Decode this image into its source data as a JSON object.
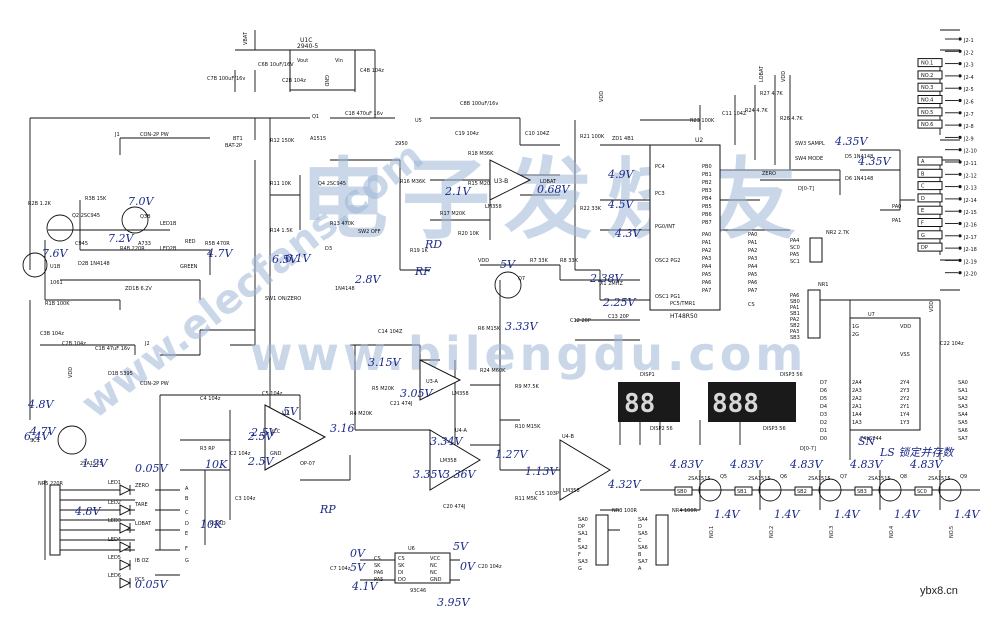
{
  "title": "",
  "chips": {
    "u1c": {
      "ref": "U1C",
      "part": "2940-5",
      "pins": [
        "Vout",
        "Vin",
        "GND"
      ]
    },
    "u3": {
      "ref": "U3",
      "part": "LM358",
      "mid": "U3-B"
    },
    "u5": {
      "ref": "U5",
      "part": "2950"
    },
    "u2": {
      "ref": "U2",
      "part": "HT48R50",
      "pins_left": [
        "PC4",
        "PC3",
        "PG0/INT",
        "OSC2 PG2",
        "OSC1 PG1",
        "PC5/TMR1"
      ],
      "pins_right": [
        "PB0",
        "PB1",
        "PB2",
        "PB3",
        "PB4",
        "PB5",
        "PB6",
        "PB7",
        "PA0",
        "PA1",
        "PA2",
        "PA3",
        "PA4",
        "PA5",
        "PA6",
        "PA7"
      ]
    },
    "u1": {
      "ref": "U1",
      "part": "OP-07",
      "pins": [
        "VCC",
        "GND"
      ]
    },
    "u4a": {
      "ref": "U4-A",
      "part": "LM358"
    },
    "u4b": {
      "ref": "U4-B",
      "part": "LM358"
    },
    "u3a": {
      "ref": "U3-A",
      "part": "LM358"
    },
    "u6": {
      "ref": "U6",
      "part": "93C46",
      "pins_left": [
        "CS",
        "SK",
        "DI",
        "DO"
      ],
      "pins_right": [
        "VCC",
        "NC",
        "NC",
        "GND"
      ]
    },
    "u7": {
      "ref": "U7",
      "part": "74LS244",
      "pins_left": [
        "1G",
        "2G",
        "2A4",
        "2A3",
        "2A2",
        "2A1",
        "1A4",
        "1A3",
        "1A2",
        "1A1"
      ],
      "pins_right": [
        "VDD",
        "VSS",
        "2Y4",
        "2Y3",
        "2Y2",
        "2Y1",
        "1Y4",
        "1Y3",
        "1Y2",
        "1Y1"
      ]
    }
  },
  "components": {
    "c7b": "C7B 100uF/16v",
    "c6b": "C6B 10uF/16V",
    "c2b": "C2B 104z",
    "c4b": "C4B 104z",
    "c18": "C18 470uF 16v",
    "q1": "Q1",
    "a1515": "A1515",
    "q2": "Q2 2SC945",
    "c945": "C945",
    "q3b": "Q3B",
    "a733": "A733",
    "r3b": "R3B 15K",
    "r2b": "R2B 1.2K",
    "u1b": "U1B",
    "q1061": "1061",
    "d2b": "D2B 1N4148",
    "r4b": "R4B 220R",
    "led1b": "LED1B",
    "led2b": "LED2B",
    "red": "RED",
    "green": "GREEN",
    "r5b": "R5B 470R",
    "zd1b": "ZD1B 6.2V",
    "r1b": "R1B 100K",
    "c3b": "C3B 104z",
    "c2bb": "C2B 104z",
    "c1b": "C1B 47uF 16v",
    "d1b": "D1B 5395",
    "j1": "J1",
    "j1lbl": "CON-2P PW",
    "bt1": "BT1",
    "bt1lbl": "BAT-2P",
    "j2": "J2",
    "j2lbl": "CON-2P PW",
    "r12": "R12 150K",
    "r11": "R11 10K",
    "r14": "R14 1.5K",
    "r13": "R13 470K",
    "q4": "Q4 2SC945",
    "d3": "D3",
    "sw1": "SW1 ON/ZERO",
    "sw2": "SW2 OFF",
    "d4": "1N4148",
    "r16": "R16 M36K",
    "r17": "R17 M20K",
    "r18": "R18 M36K",
    "r15": "R15 M20K",
    "c8b": "C8B 100uF/16v",
    "c19": "C19 104z",
    "c10": "C10 104Z",
    "r19": "R19 1K",
    "r20": "R20 10K",
    "r21": "R21 100K",
    "zd1": "ZD1 4B1",
    "r22": "R22 33K",
    "r23": "R23 100K",
    "c11": "C11 104Z",
    "r24": "R24 4.7K",
    "r27": "R27 4.7K",
    "r26": "R26 4.7K",
    "r7": "R7 33K",
    "r8": "R8 33K",
    "q7": "Q7",
    "q7p": "C3850",
    "x1": "X1 2MHZ",
    "c12": "C12 20P",
    "c13": "C13 20P",
    "c14": "C14 104Z",
    "r6": "R6 M15K",
    "r24b": "R24 M60K",
    "r9": "R9 M7.5K",
    "r10": "R10 M15K",
    "r11b": "R11 M5K",
    "c15": "C15 103P",
    "c4": "C4 104z",
    "c5": "C5 104z",
    "r3": "R3 RP",
    "r2": "R2 RD",
    "c2": "C2 104z",
    "c3": "C3 104z",
    "r4": "R4 M20K",
    "r5": "R5 M20K",
    "c21": "C21 474J",
    "c20c": "C20 474J",
    "nr5": "NR5 220R",
    "nr1": "NR1",
    "nr2": "NR2 2.7K",
    "nr3": "NR3 100R",
    "nr4": "NR4 100R",
    "c22": "C22 104z",
    "c7": "C7 104z",
    "c20": "C20 104z",
    "sc1": "SC1",
    "q6": "2SA1515",
    "disp1": "DISP1",
    "disp2": "DISP2 56",
    "disp3": "DISP3 56",
    "sw3": "SW3 SAMPL",
    "sw4": "SW4 MODE",
    "d5": "D5 1N4148",
    "d6": "D6 1N4148",
    "d_lbl": "D[0-7]",
    "d_lbl2": "D[0-7]",
    "vdd": "VDD",
    "vbat": "VBAT",
    "lobat": "LOBAT",
    "zero": "ZERO",
    "cs": "CS",
    "pa0": "PA0",
    "pa1": "PA1"
  },
  "leds": [
    "ZERO",
    "TARE",
    "LOBAT",
    "IB OZ",
    "PCS"
  ],
  "led_refs": [
    "LED1",
    "LED2",
    "LED3",
    "LED4",
    "LED5",
    "LED6",
    "LED7"
  ],
  "led_pins": [
    "A",
    "B",
    "C",
    "D",
    "E",
    "F",
    "G"
  ],
  "drivers": [
    {
      "sig": "SB0",
      "ref": "Q5",
      "part": "2SA1515",
      "no": "NO.1",
      "v_base": "4.83V",
      "v_col": "1.4V"
    },
    {
      "sig": "SB1",
      "ref": "Q6",
      "part": "2SA1515",
      "no": "NO.2",
      "v_base": "4.83V",
      "v_col": "1.4V"
    },
    {
      "sig": "SB2",
      "ref": "Q7",
      "part": "2SA1515",
      "no": "NO.3",
      "v_base": "4.83V",
      "v_col": "1.4V"
    },
    {
      "sig": "SB3",
      "ref": "Q8",
      "part": "2SA1515",
      "no": "NO.4",
      "v_base": "4.83V",
      "v_col": "1.4V"
    },
    {
      "sig": "SC0",
      "ref": "Q9",
      "part": "2SA1515",
      "no": "NO.5",
      "v_base": "4.83V",
      "v_col": "1.4V"
    }
  ],
  "connector_j2": {
    "pins": [
      "J2-1",
      "J2-2",
      "J2-3",
      "J2-4",
      "J2-5",
      "J2-6",
      "J2-7",
      "J2-8",
      "J2-9",
      "J2-10",
      "J2-11",
      "J2-12",
      "J2-13",
      "J2-14",
      "J2-15",
      "J2-16",
      "J2-17",
      "J2-18",
      "J2-19",
      "J2-20"
    ],
    "nets": [
      "",
      "",
      "NO.1",
      "NO.2",
      "NO.3",
      "NO.4",
      "NO.5",
      "NO.6",
      "",
      "",
      "A",
      "B",
      "C",
      "D",
      "E",
      "F",
      "G",
      "DP",
      "",
      ""
    ]
  },
  "nr1_nets": [
    "PA6",
    "SB0",
    "PA1",
    "SB1",
    "PA2",
    "SB2",
    "PA3",
    "SB3"
  ],
  "nr2_nets": [
    "PA4",
    "SC0",
    "PA5",
    "SC1"
  ],
  "nr3_nets": [
    "SA0",
    "DP",
    "SA1",
    "E",
    "SA2",
    "F",
    "SA3",
    "G"
  ],
  "nr4_nets": [
    "SA4",
    "D",
    "SA5",
    "C",
    "SA6",
    "B",
    "SA7",
    "A"
  ],
  "u2_pa_nets": [
    "PA0",
    "PA1",
    "PA2",
    "PA3",
    "PA4",
    "PA5",
    "PA6",
    "PA7"
  ],
  "u7_y_nets": [
    "SA0",
    "SA1",
    "SA2",
    "SA3",
    "SA4",
    "SA5",
    "SA6",
    "SA7"
  ],
  "u7_a_nets": [
    "D7",
    "D6",
    "D5",
    "D4",
    "D3",
    "D2",
    "D1",
    "D0"
  ],
  "u6_nets": [
    "CS",
    "SK",
    "PA6",
    "PA5"
  ],
  "display": {
    "d1": "88",
    "d2": "888"
  },
  "voltages": [
    "7.6V",
    "6.1V",
    "7.2V",
    "4.7V",
    "7.0V",
    "6.5V",
    "2.8V",
    "2.1V",
    "0.68V",
    "4.9V",
    "4.5V",
    "4.3V",
    "4.35V",
    "4.35V",
    "2.38V",
    "2.25V",
    "5V",
    "3.33V",
    "3.15V",
    "3.05V",
    "3.16",
    "2.5V",
    "2.5V",
    "2.5V",
    "5V",
    "3.34V",
    "3.35V",
    "3.36V",
    "1.27V",
    "1.13V",
    "4.32V",
    "0V",
    "5V",
    "4.1V",
    "5V",
    "0V",
    "3.95V",
    "4.8V",
    "4.7V",
    "1.2V",
    "0.05V",
    "0.05V",
    "10K",
    "10K",
    "RP",
    "RD",
    "RF",
    "6.4V",
    "4.8V"
  ],
  "annotation_cn": "LS 锁定并存数",
  "annotation_sn": "SN",
  "watermarks": [
    "电子发烧友",
    "www.elecfans.com",
    "www.bilengdu.com"
  ],
  "credit": "ybx8.cn"
}
